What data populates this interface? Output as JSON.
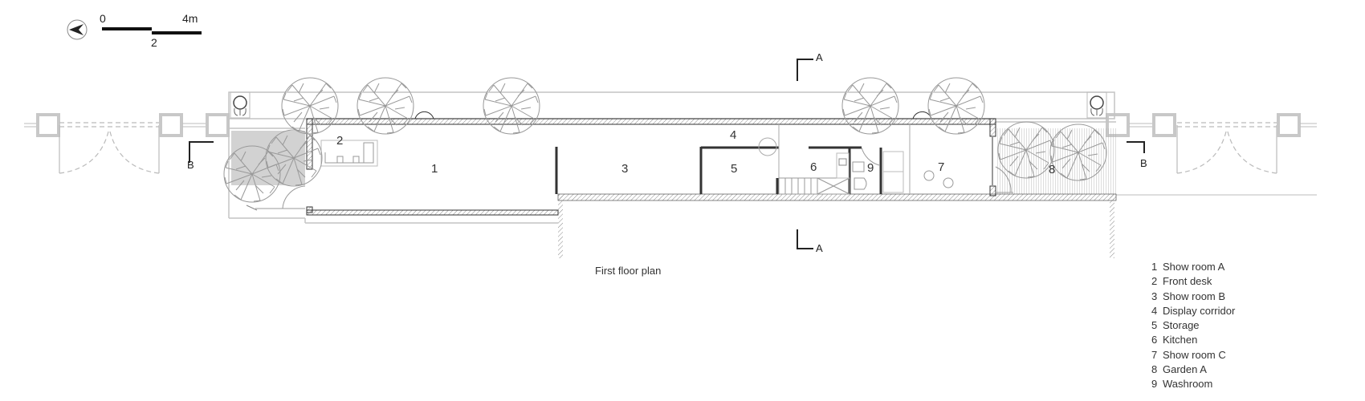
{
  "drawing": {
    "title": "First floor plan",
    "scale_bar": {
      "start": "0",
      "mid": "2",
      "end": "4m"
    },
    "north_arrow": "north-arrow-icon",
    "section_marks": [
      {
        "id": "A",
        "position": "top"
      },
      {
        "id": "A",
        "position": "bottom"
      },
      {
        "id": "B",
        "position": "left"
      },
      {
        "id": "B",
        "position": "right"
      }
    ],
    "rooms": [
      {
        "num": "1",
        "label": "1"
      },
      {
        "num": "2",
        "label": "2"
      },
      {
        "num": "3",
        "label": "3"
      },
      {
        "num": "4",
        "label": "4"
      },
      {
        "num": "5",
        "label": "5"
      },
      {
        "num": "6",
        "label": "6"
      },
      {
        "num": "7",
        "label": "7"
      },
      {
        "num": "8",
        "label": "8"
      },
      {
        "num": "9",
        "label": "9"
      }
    ]
  },
  "legend": {
    "items": [
      {
        "num": "1",
        "name": "Show room A"
      },
      {
        "num": "2",
        "name": "Front desk"
      },
      {
        "num": "3",
        "name": "Show room B"
      },
      {
        "num": "4",
        "name": "Display corridor"
      },
      {
        "num": "5",
        "name": "Storage"
      },
      {
        "num": "6",
        "name": "Kitchen"
      },
      {
        "num": "7",
        "name": "Show room C"
      },
      {
        "num": "8",
        "name": "Garden A"
      },
      {
        "num": "9",
        "name": "Washroom"
      }
    ]
  },
  "colors": {
    "line_dark": "#333333",
    "line_light": "#bbbbbb",
    "hatch": "#888888",
    "shade": "#cfcfcf"
  }
}
